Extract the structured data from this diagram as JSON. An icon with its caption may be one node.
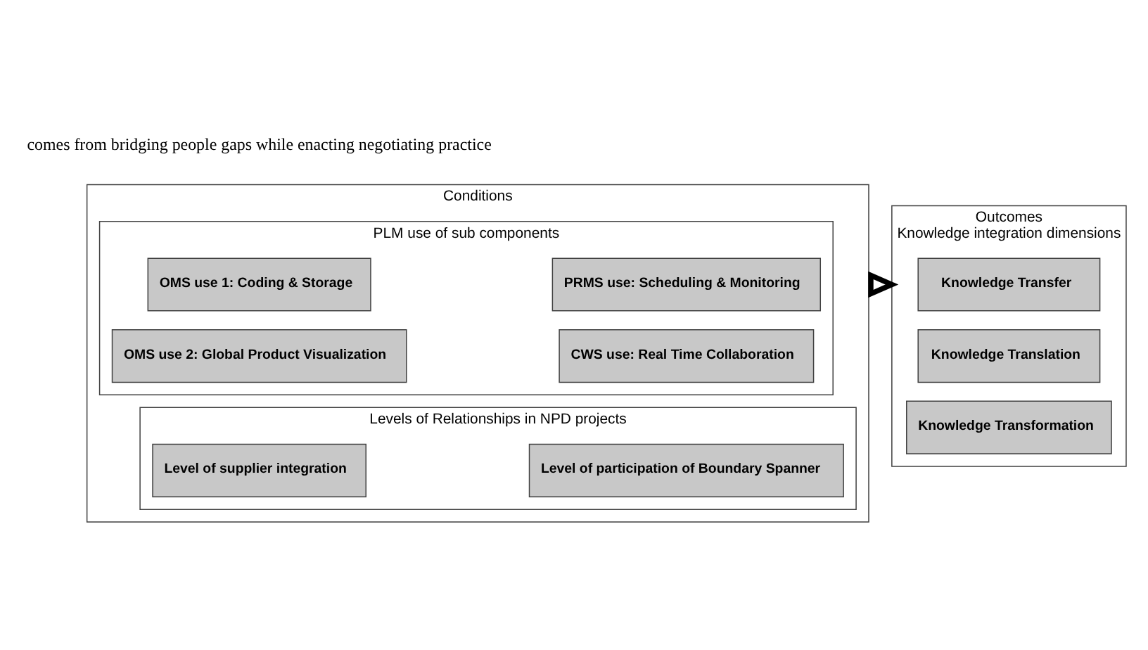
{
  "diagram": {
    "nodes": [
      {
        "text": [
          "Conditions"
        ]
      },
      {
        "text": [
          "PLM use of sub components"
        ],
        "in": 0
      },
      {
        "text": [
          "OMS use 1: Coding & Storage"
        ],
        "in": 1
      },
      {
        "text": [
          "PRMS use: Scheduling & Monitoring"
        ],
        "in": 1
      },
      {
        "text": [
          "OMS use 2: Global Product Visualization"
        ],
        "in": 1
      },
      {
        "text": [
          "CWS use: Real Time Collaboration"
        ],
        "in": 1
      },
      {
        "text": [
          "Levels of Relationships in NPD projects"
        ],
        "in": 0
      },
      {
        "text": [
          "Level of supplier integration"
        ],
        "in": 6
      },
      {
        "text": [
          "Level of participation of Boundary Spanner"
        ],
        "in": 6
      },
      {
        "text": [
          "Outcomes",
          "Knowledge integration dimensions"
        ]
      },
      {
        "text": [
          "Knowledge Transfer"
        ],
        "in": 9
      },
      {
        "text": [
          "Knowledge Translation"
        ],
        "in": 9
      },
      {
        "text": [
          "Knowledge Transformation"
        ],
        "in": 9
      }
    ],
    "edges": [
      {
        "from": 0,
        "to": 9,
        "arrow": "to",
        "style": "thick"
      }
    ],
    "labels": [
      "comes from bridging people gaps while enacting negotiating practice"
    ]
  }
}
